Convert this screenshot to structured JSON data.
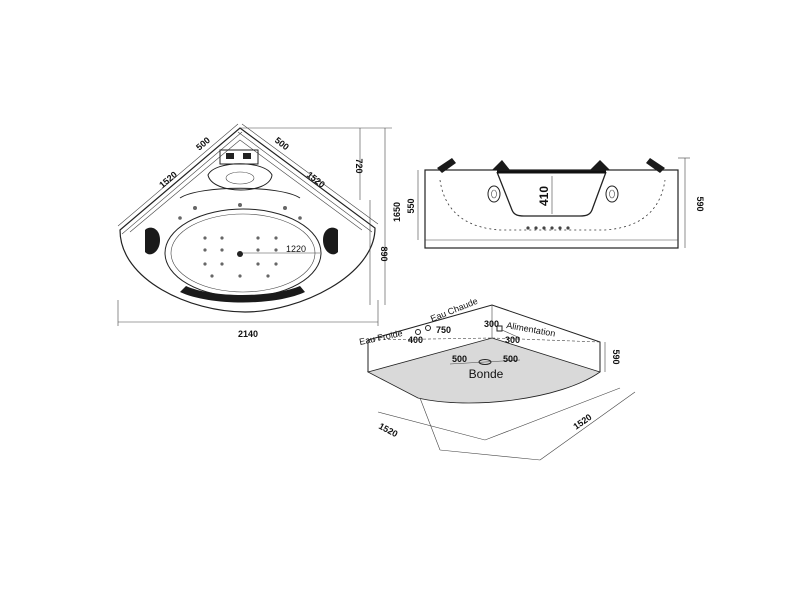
{
  "top_view": {
    "width": "2140",
    "depth": "1650",
    "side_left": "1520",
    "side_right": "1520",
    "seat_left": "500",
    "seat_right": "500",
    "seat_depth": "720",
    "basin_depth": "890",
    "basin_width": "1220"
  },
  "front_view": {
    "height_total": "590",
    "height_basin": "550",
    "window_height": "410"
  },
  "install_view": {
    "side_left": "1520",
    "side_right": "1520",
    "height": "590",
    "eau_froide_label": "Eau Froide",
    "eau_chaude_label": "Eau Chaude",
    "alimentation_label": "Alimentation",
    "bonde_label": "Bonde",
    "dim_400": "400",
    "dim_750": "750",
    "dim_300_a": "300",
    "dim_300_b": "300",
    "bonde_left": "500",
    "bonde_right": "500"
  },
  "colors": {
    "line": "#222222",
    "fill_dark": "#1a1a1a",
    "fill_floor": "#d9d9d9"
  }
}
